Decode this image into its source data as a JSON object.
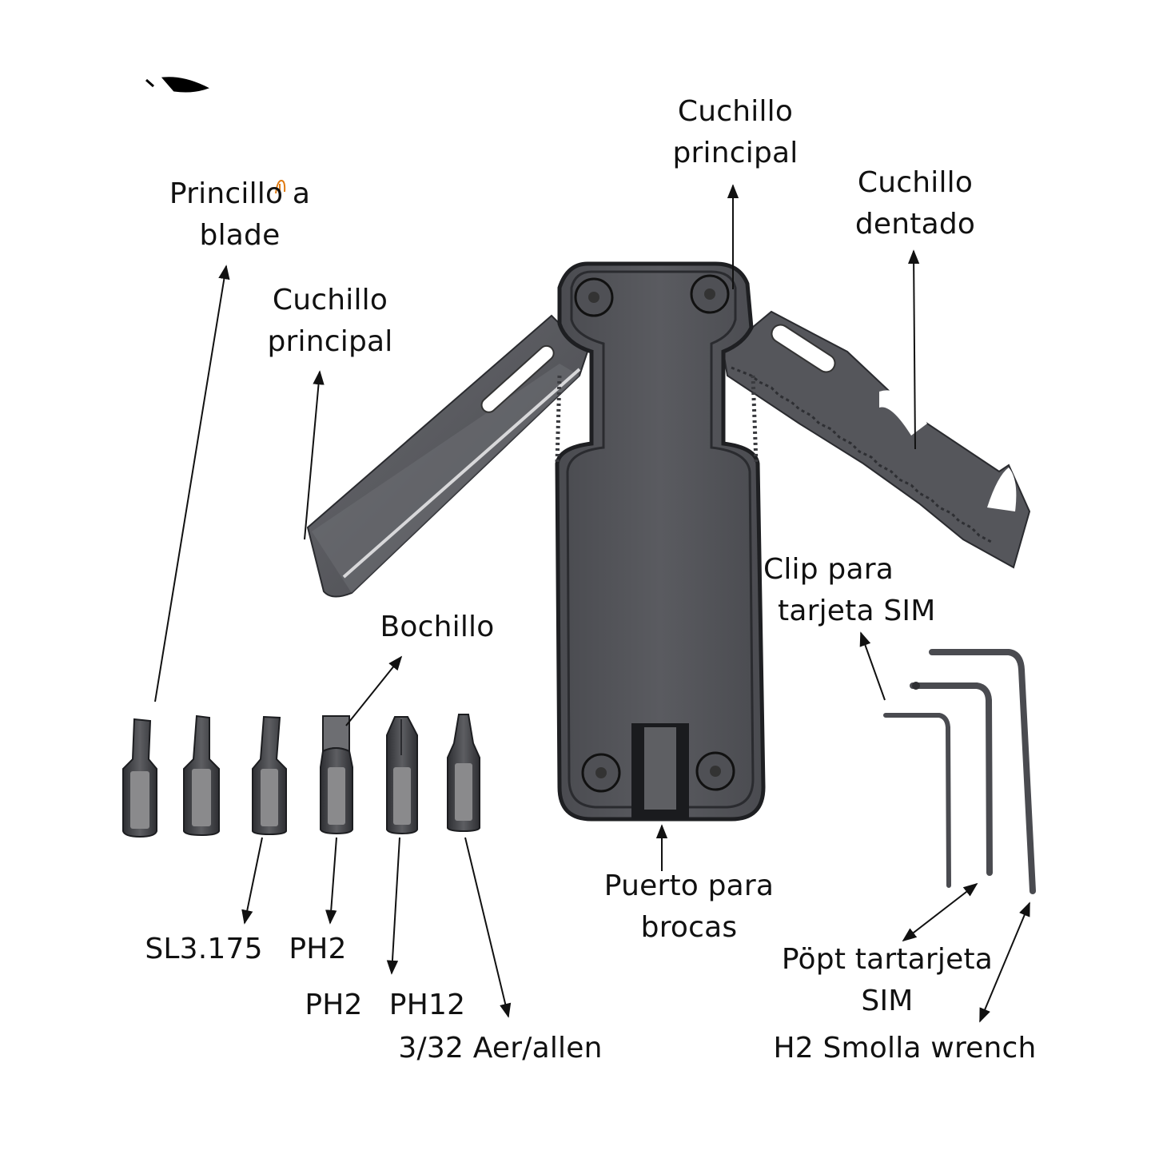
{
  "diagram": {
    "subject": "multitool with blades, screwdriver bits and hex keys",
    "colors": {
      "tool_body": "#55565b",
      "tool_dark": "#1e1f22",
      "blade": "#5b5c61",
      "background": "#ffffff",
      "text": "#111111",
      "accent_mark": "#e07a10"
    }
  },
  "labels": {
    "left_top": {
      "line1": "Princillo a",
      "line2": "blade"
    },
    "left_blade": {
      "line1": "Cuchillo",
      "line2": "principal"
    },
    "top_center": {
      "line1": "Cuchillo",
      "line2": "principal"
    },
    "top_right": {
      "line1": "Cuchillo",
      "line2": "dentado"
    },
    "sim_clip": {
      "line1": "Clip para",
      "line2": "tarjeta SIM"
    },
    "bit_pointer": {
      "line1": "Bochillo"
    },
    "bit_port": {
      "line1": "Puerto para",
      "line2": "brocas"
    },
    "bit_sl": "SL3.175",
    "bit_ph2_a": "PH2",
    "bit_ph2_b": "PH2",
    "bit_ph12": "PH12",
    "allen": "3/32 Aer/allen",
    "sim_port": {
      "line1": "Pöpt tartarjeta",
      "line2": "SIM"
    },
    "wrench": "H2 Smolla wrench"
  },
  "bits": [
    {
      "id": "bit-1",
      "type": "torx"
    },
    {
      "id": "bit-2",
      "type": "torx"
    },
    {
      "id": "bit-3",
      "type": "slotted-narrow"
    },
    {
      "id": "bit-4",
      "type": "slotted-wide"
    },
    {
      "id": "bit-5",
      "type": "phillips"
    },
    {
      "id": "bit-6",
      "type": "phillips-small"
    }
  ],
  "hex_keys": [
    {
      "id": "hex-key-small"
    },
    {
      "id": "hex-key-medium"
    },
    {
      "id": "hex-key-large"
    }
  ]
}
